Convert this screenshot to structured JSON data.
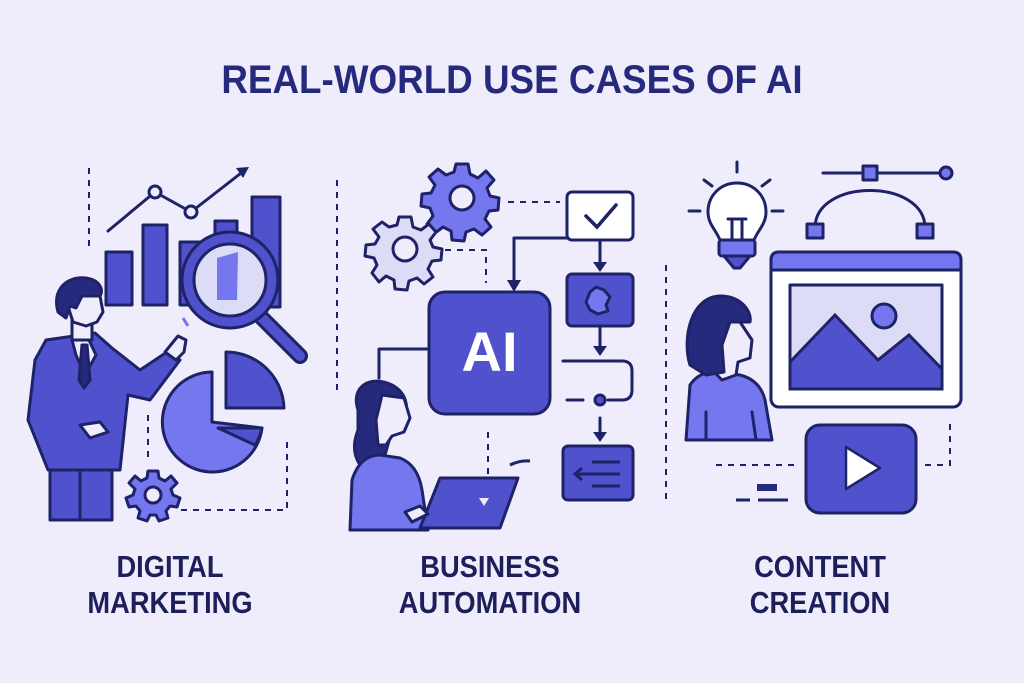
{
  "title": "REAL-WORLD USE CASES OF AI",
  "colors": {
    "background": "#efecfb",
    "title": "#262a7c",
    "outline": "#1e2266",
    "fill_primary": "#4f52cc",
    "fill_light": "#7477ee",
    "fill_pale": "#dcdcf6",
    "label": "#1d1f5a"
  },
  "panels": [
    {
      "id": "digital-marketing",
      "label_line1": "DIGITAL",
      "label_line2": "MARKETING",
      "icons": [
        "businessman-icon",
        "bar-chart-icon",
        "trend-line-icon",
        "magnifying-glass-icon",
        "pie-chart-icon",
        "gear-icon"
      ]
    },
    {
      "id": "business-automation",
      "label_line1": "BUSINESS",
      "label_line2": "AUTOMATION",
      "ai_badge": "AI",
      "icons": [
        "gear-icon",
        "gear-icon",
        "checkbox-icon",
        "puzzle-icon",
        "flow-arrow-icon",
        "list-icon",
        "woman-laptop-icon"
      ]
    },
    {
      "id": "content-creation",
      "label_line1": "CONTENT",
      "label_line2": "CREATION",
      "icons": [
        "lightbulb-icon",
        "bezier-curve-icon",
        "image-window-icon",
        "video-play-icon",
        "woman-icon"
      ]
    }
  ]
}
